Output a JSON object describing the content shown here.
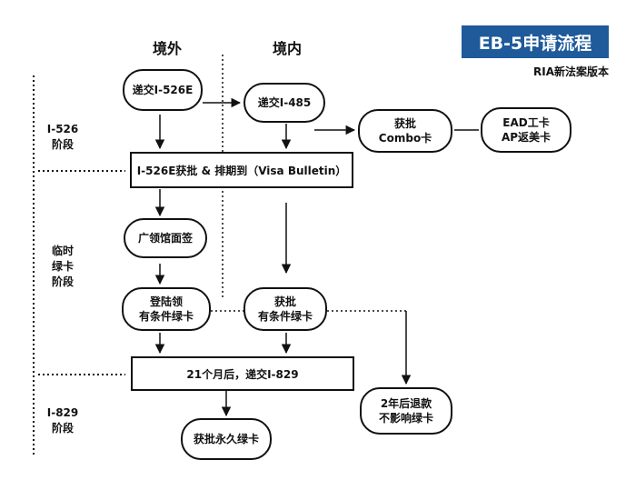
{
  "header": {
    "title": "EB-5申请流程",
    "subtitle": "RIA新法案版本",
    "col_outside": "境外",
    "col_inside": "境内"
  },
  "stages": {
    "i526": [
      "I-526",
      "阶段"
    ],
    "temp": [
      "临时",
      "绿卡",
      "阶段"
    ],
    "i829": [
      "I-829",
      "阶段"
    ]
  },
  "nodes": {
    "submit_526e": "递交I-526E",
    "submit_485": "递交I-485",
    "combo_approve": [
      "获批",
      "Combo卡"
    ],
    "ead_ap": [
      "EAD工卡",
      "AP返美卡"
    ],
    "i526e_approved": "I-526E获批 & 排期到（Visa Bulletin）",
    "consulate_interview": "广领馆面签",
    "land_conditional": [
      "登陆领",
      "有条件绿卡"
    ],
    "approve_conditional": [
      "获批",
      "有条件绿卡"
    ],
    "submit_829": "21个月后，递交I-829",
    "refund": [
      "2年后退款",
      "不影响绿卡"
    ],
    "permanent_card": "获批永久绿卡"
  }
}
